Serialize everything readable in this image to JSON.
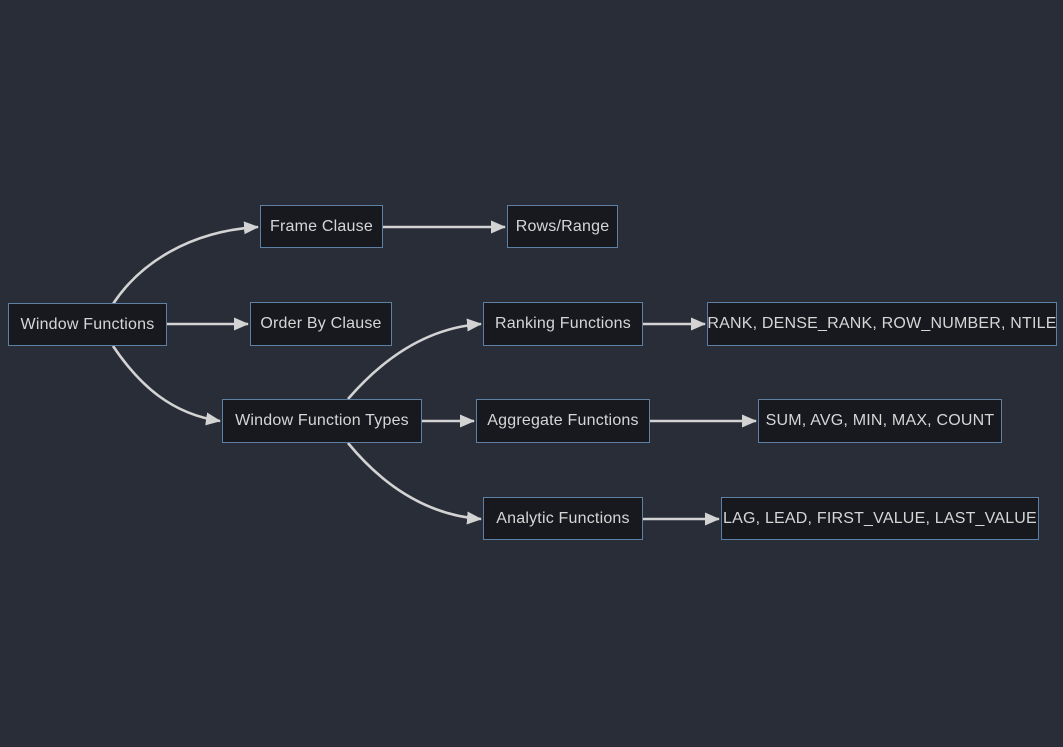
{
  "diagram": {
    "type": "flowchart-left-to-right",
    "colors": {
      "background": "#292d38",
      "node_fill": "#17191f",
      "node_border": "#5d81a5",
      "node_text": "#d6d6d6",
      "edge_line": "#d3d3d3"
    },
    "nodes": {
      "window_functions": {
        "label": "Window Functions"
      },
      "frame_clause": {
        "label": "Frame Clause"
      },
      "rows_range": {
        "label": "Rows/Range"
      },
      "order_by_clause": {
        "label": "Order By Clause"
      },
      "window_function_types": {
        "label": "Window Function Types"
      },
      "ranking_functions": {
        "label": "Ranking Functions"
      },
      "ranking_list": {
        "label": "RANK, DENSE_RANK, ROW_NUMBER, NTILE"
      },
      "aggregate_functions": {
        "label": "Aggregate Functions"
      },
      "aggregate_list": {
        "label": "SUM, AVG, MIN, MAX, COUNT"
      },
      "analytic_functions": {
        "label": "Analytic Functions"
      },
      "analytic_list": {
        "label": "LAG, LEAD, FIRST_VALUE, LAST_VALUE"
      }
    },
    "edges": [
      {
        "from": "Window Functions",
        "to": "Frame Clause"
      },
      {
        "from": "Window Functions",
        "to": "Order By Clause"
      },
      {
        "from": "Window Functions",
        "to": "Window Function Types"
      },
      {
        "from": "Frame Clause",
        "to": "Rows/Range"
      },
      {
        "from": "Window Function Types",
        "to": "Ranking Functions"
      },
      {
        "from": "Window Function Types",
        "to": "Aggregate Functions"
      },
      {
        "from": "Window Function Types",
        "to": "Analytic Functions"
      },
      {
        "from": "Ranking Functions",
        "to": "RANK, DENSE_RANK, ROW_NUMBER, NTILE"
      },
      {
        "from": "Aggregate Functions",
        "to": "SUM, AVG, MIN, MAX, COUNT"
      },
      {
        "from": "Analytic Functions",
        "to": "LAG, LEAD, FIRST_VALUE, LAST_VALUE"
      }
    ]
  }
}
